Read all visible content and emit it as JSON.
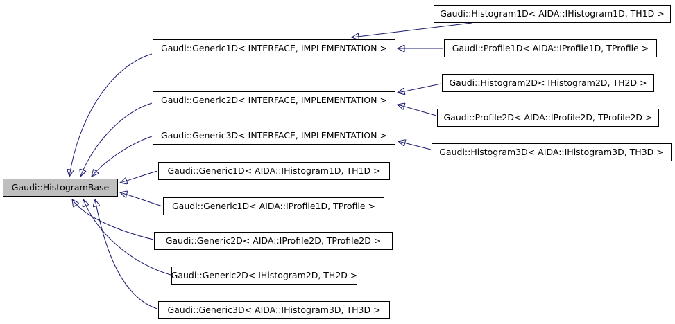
{
  "diagram": {
    "kind": "class-inheritance-graph",
    "colors": {
      "background": "#ffffff",
      "edge": "#191970",
      "node_border": "#000000",
      "node_fill": "#ffffff",
      "root_node_fill": "#bfbfbf",
      "text": "#000000"
    },
    "nodes": [
      {
        "id": "histogrambase",
        "label": "Gaudi::HistogramBase",
        "highlighted": true
      },
      {
        "id": "generic1d-template",
        "label": "Gaudi::Generic1D< INTERFACE, IMPLEMENTATION >"
      },
      {
        "id": "generic2d-template",
        "label": "Gaudi::Generic2D< INTERFACE, IMPLEMENTATION >"
      },
      {
        "id": "generic3d-template",
        "label": "Gaudi::Generic3D< INTERFACE, IMPLEMENTATION >"
      },
      {
        "id": "generic1d-ihistogram1d",
        "label": "Gaudi::Generic1D< AIDA::IHistogram1D, TH1D >"
      },
      {
        "id": "generic1d-iprofile1d",
        "label": "Gaudi::Generic1D< AIDA::IProfile1D, TProfile >"
      },
      {
        "id": "generic2d-iprofile2d",
        "label": "Gaudi::Generic2D< AIDA::IProfile2D, TProfile2D >"
      },
      {
        "id": "generic2d-ihistogram2d",
        "label": "Gaudi::Generic2D< IHistogram2D, TH2D >"
      },
      {
        "id": "generic3d-ihistogram3d",
        "label": "Gaudi::Generic3D< AIDA::IHistogram3D, TH3D >"
      },
      {
        "id": "histogram1d",
        "label": "Gaudi::Histogram1D< AIDA::IHistogram1D, TH1D >"
      },
      {
        "id": "profile1d",
        "label": "Gaudi::Profile1D< AIDA::IProfile1D, TProfile >"
      },
      {
        "id": "histogram2d",
        "label": "Gaudi::Histogram2D< IHistogram2D, TH2D >"
      },
      {
        "id": "profile2d",
        "label": "Gaudi::Profile2D< AIDA::IProfile2D, TProfile2D >"
      },
      {
        "id": "histogram3d",
        "label": "Gaudi::Histogram3D< AIDA::IHistogram3D, TH3D >"
      }
    ],
    "edges": [
      {
        "from": "generic1d-template",
        "to": "histogrambase"
      },
      {
        "from": "generic2d-template",
        "to": "histogrambase"
      },
      {
        "from": "generic3d-template",
        "to": "histogrambase"
      },
      {
        "from": "generic1d-ihistogram1d",
        "to": "histogrambase"
      },
      {
        "from": "generic1d-iprofile1d",
        "to": "histogrambase"
      },
      {
        "from": "generic2d-iprofile2d",
        "to": "histogrambase"
      },
      {
        "from": "generic2d-ihistogram2d",
        "to": "histogrambase"
      },
      {
        "from": "generic3d-ihistogram3d",
        "to": "histogrambase"
      },
      {
        "from": "histogram1d",
        "to": "generic1d-template"
      },
      {
        "from": "profile1d",
        "to": "generic1d-template"
      },
      {
        "from": "histogram2d",
        "to": "generic2d-template"
      },
      {
        "from": "profile2d",
        "to": "generic2d-template"
      },
      {
        "from": "histogram3d",
        "to": "generic3d-template"
      }
    ]
  }
}
